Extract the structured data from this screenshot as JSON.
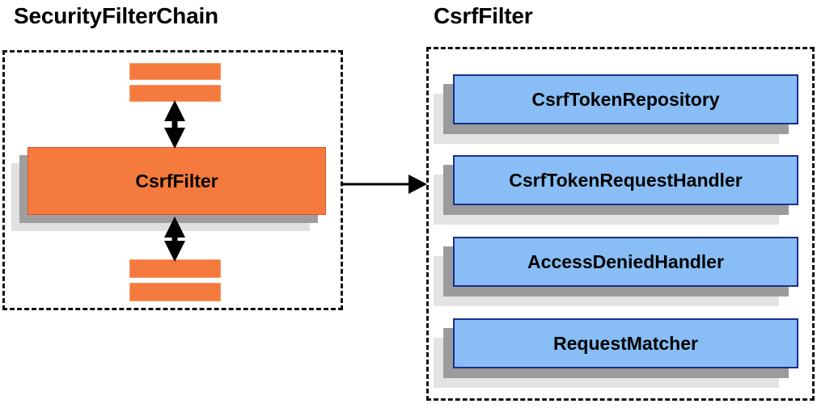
{
  "diagram": {
    "title_left": "SecurityFilterChain",
    "title_right": "CsrfFilter",
    "colors": {
      "orange_fill": "#F47B3D",
      "orange_border": "#D9542B",
      "blue_fill": "#88BEF5",
      "blue_border": "#1C2E8C",
      "shadow_dark": "#9B9B9B",
      "shadow_light": "#E3E3E3",
      "dashed_border": "#111111",
      "text": "#000000"
    }
  },
  "left_panel": {
    "title": "SecurityFilterChain",
    "top_bars": [
      {
        "name": "filter-bar-top-1"
      },
      {
        "name": "filter-bar-top-2"
      }
    ],
    "main_node": {
      "label": "CsrfFilter"
    },
    "bottom_bars": [
      {
        "name": "filter-bar-bottom-1"
      },
      {
        "name": "filter-bar-bottom-2"
      }
    ],
    "arrows": [
      {
        "name": "arrow-above-csrffilter",
        "type": "double-headed-vertical"
      },
      {
        "name": "arrow-below-csrffilter",
        "type": "double-headed-vertical"
      }
    ]
  },
  "connector": {
    "name": "arrow-securityfilterchain-to-csrffilter",
    "type": "single-headed-horizontal"
  },
  "right_panel": {
    "title": "CsrfFilter",
    "collaborators": [
      {
        "label": "CsrfTokenRepository"
      },
      {
        "label": "CsrfTokenRequestHandler"
      },
      {
        "label": "AccessDeniedHandler"
      },
      {
        "label": "RequestMatcher"
      }
    ]
  }
}
